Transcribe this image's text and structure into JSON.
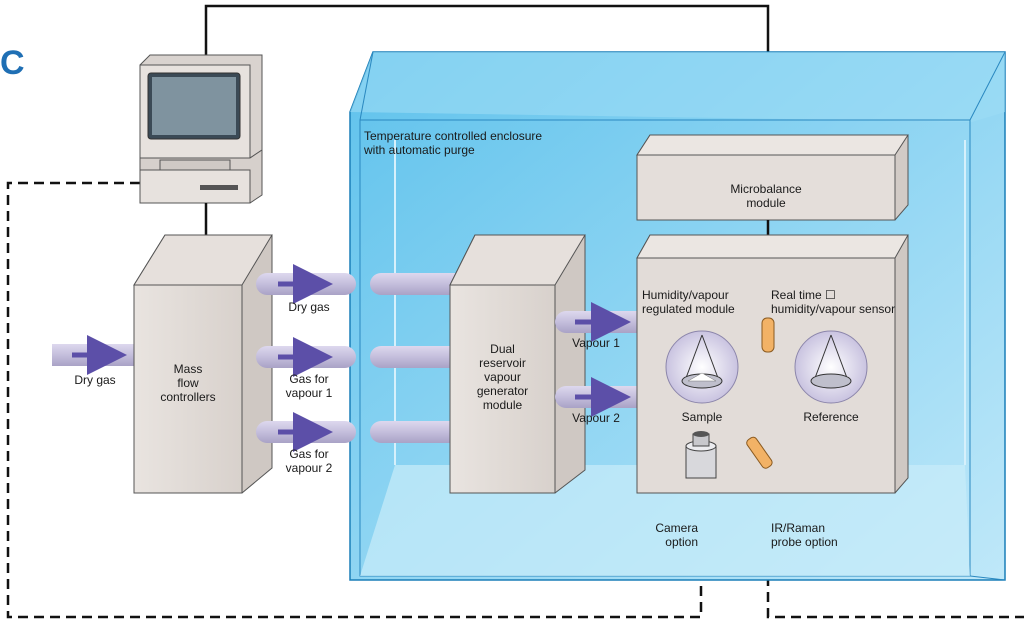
{
  "panel_letter": "C",
  "enclosure_label": "Temperature controlled enclosure\nwith automatic purge",
  "microbalance_label": "Microbalance\nmodule",
  "humidity_module_label": "Humidity/vapour\nregulated module",
  "sensor_label": "Real time ☐\nhumidity/vapour sensor",
  "sample_label": "Sample",
  "reference_label": "Reference",
  "mfc_label": "Mass\nflow\ncontrollers",
  "generator_label": "Dual\nreservoir\nvapour\ngenerator\nmodule",
  "dry_gas_in_label": "Dry gas",
  "dry_gas_out_label": "Dry gas",
  "gas_vapour1_label": "Gas for\nvapour 1",
  "gas_vapour2_label": "Gas for\nvapour 2",
  "vapour1_label": "Vapour 1",
  "vapour2_label": "Vapour 2",
  "camera_label": "Camera\noption",
  "probe_label": "IR/Raman\nprobe option",
  "colors": {
    "enclosure_fill": "#8fd3f1",
    "enclosure_edge": "#1a7fb8",
    "box_fill": "#e2dcd8",
    "tube_fill": "#c8c2de",
    "arrow": "#5c4fa8",
    "text": "#1a1a1a",
    "panel_letter": "#1f6fb4"
  }
}
